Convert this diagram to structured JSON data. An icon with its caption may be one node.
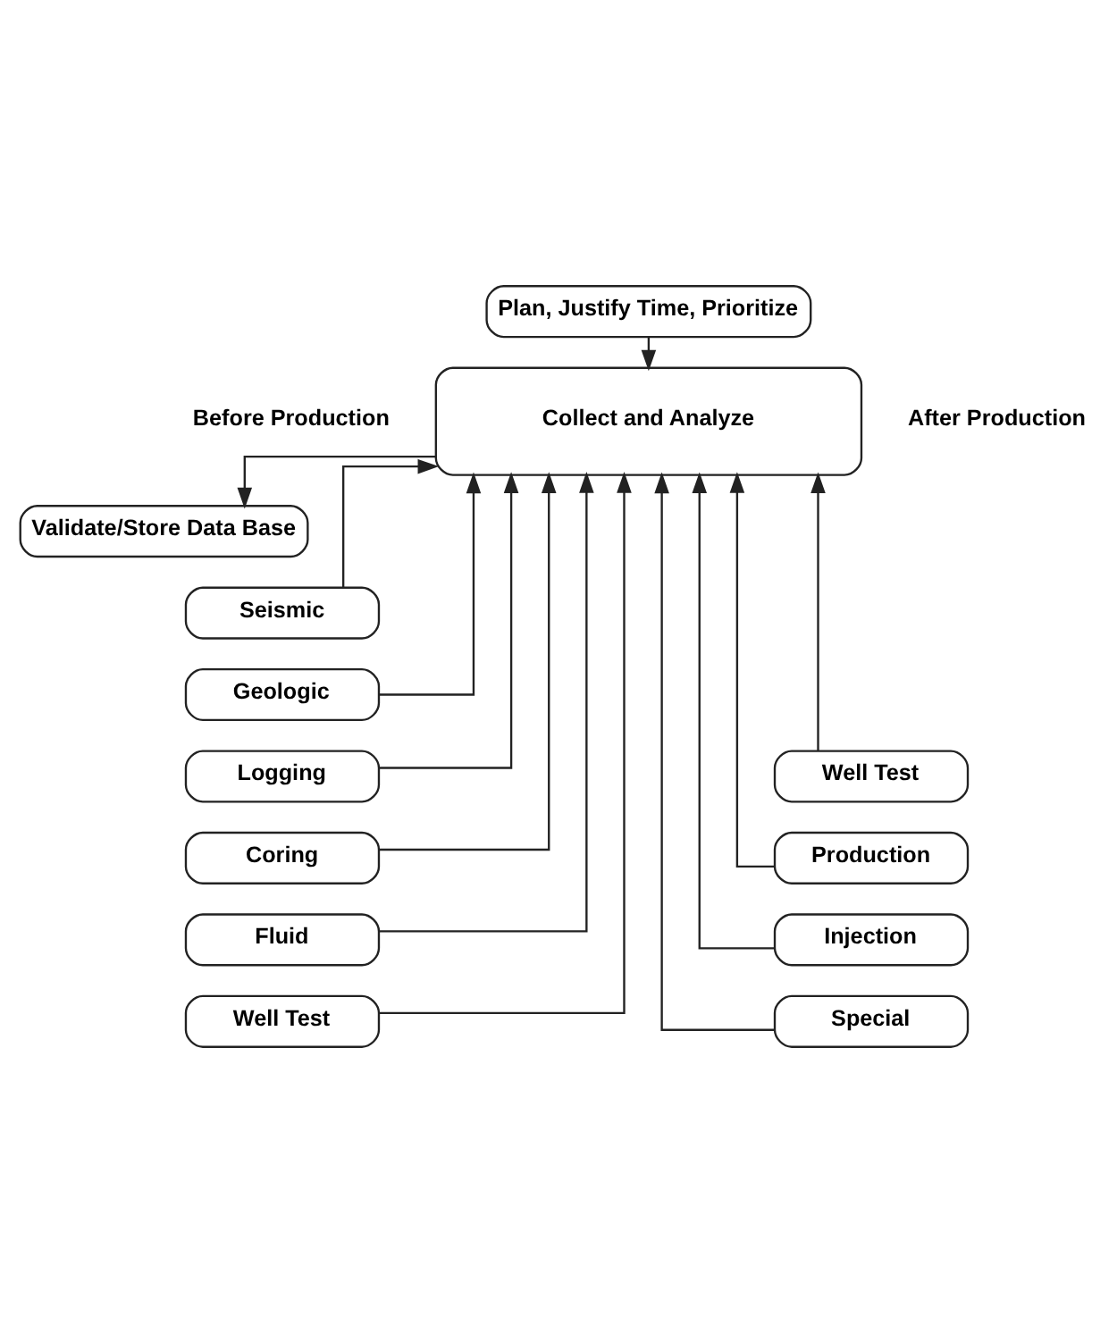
{
  "diagram": {
    "nodes": [
      {
        "text": [
          "Plan, Justify Time, Prioritize"
        ]
      },
      {
        "text": [
          "Collect and Analyze"
        ]
      },
      {
        "text": [
          "Validate/Store Data Base"
        ]
      },
      {
        "text": [
          "Seismic"
        ]
      },
      {
        "text": [
          "Geologic"
        ]
      },
      {
        "text": [
          "Logging"
        ]
      },
      {
        "text": [
          "Coring"
        ]
      },
      {
        "text": [
          "Fluid"
        ]
      },
      {
        "text": [
          "Well Test"
        ]
      },
      {
        "text": [
          "Well Test"
        ]
      },
      {
        "text": [
          "Production"
        ]
      },
      {
        "text": [
          "Injection"
        ]
      },
      {
        "text": [
          "Special"
        ]
      }
    ],
    "edges": [
      {
        "from": 0,
        "to": 1,
        "arrow": "to"
      },
      {
        "from": 1,
        "to": 2,
        "arrow": "to"
      },
      {
        "from": 3,
        "to": 1,
        "arrow": "to"
      },
      {
        "from": 4,
        "to": 1,
        "arrow": "to"
      },
      {
        "from": 5,
        "to": 1,
        "arrow": "to"
      },
      {
        "from": 6,
        "to": 1,
        "arrow": "to"
      },
      {
        "from": 7,
        "to": 1,
        "arrow": "to"
      },
      {
        "from": 8,
        "to": 1,
        "arrow": "to"
      },
      {
        "from": 9,
        "to": 1,
        "arrow": "to"
      },
      {
        "from": 10,
        "to": 1,
        "arrow": "to"
      },
      {
        "from": 11,
        "to": 1,
        "arrow": "to"
      },
      {
        "from": 12,
        "to": 1,
        "arrow": "to"
      }
    ],
    "labels": [
      "Before Production",
      "After Production"
    ]
  }
}
